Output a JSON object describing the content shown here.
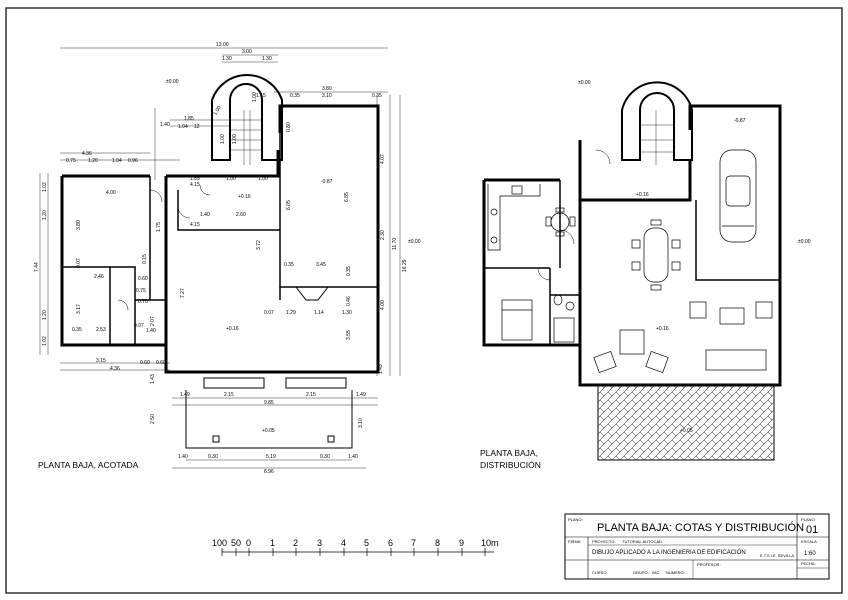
{
  "drawings": {
    "left_caption": "PLANTA BAJA, ACOTADA",
    "right_caption_line1": "PLANTA BAJA,",
    "right_caption_line2": "DISTRIBUCIÓN"
  },
  "left_plan": {
    "overall_width": "13.00",
    "top_dims": [
      "1.30",
      "3.00",
      "1.30",
      "3.80",
      "0.35",
      "0.35",
      "3.10",
      "1.15"
    ],
    "left_dims": [
      "1.40",
      "1.85",
      "1.04",
      "12",
      "0.75",
      "1.20",
      "1.04",
      "0.96",
      "4.36",
      "1.85",
      "4.00",
      "1.00",
      "1.00"
    ],
    "side_dims": [
      "1.02",
      "1.20",
      "7.44",
      "3.80",
      "0.07",
      "1.20",
      "1.02",
      "3.17",
      "2.53",
      "0.35",
      "3.15",
      "4.36"
    ],
    "interior_dims": [
      "4.15",
      "4.15",
      "2.60",
      "1.40",
      "1.75",
      "0.15",
      "0.60",
      "0.75",
      "1.40",
      "0.70",
      "2.46",
      "0.07",
      "2.07",
      "0.60",
      "0.60",
      "3.72",
      "7.27",
      "6.05",
      "0.35",
      "3.45",
      "0.35",
      "1.29",
      "1.14",
      "1.30",
      "0.07",
      "0.46",
      "3.55",
      "4.00",
      "2.30",
      "11.70",
      "16.29",
      "4.07",
      "6.85",
      "0.80"
    ],
    "bottom_dims": [
      "1.49",
      "2.15",
      "2.15",
      "1.49",
      "9.85",
      "1.40",
      "0.30",
      "5.19",
      "0.30",
      "1.40",
      "6.96",
      "2.50",
      "3.10",
      "1.43",
      "1.43"
    ],
    "levels": [
      "±0.00",
      "-0.87",
      "+0.16",
      "+0.16",
      "±0.00",
      "+0.05"
    ],
    "stair_dims": [
      "1.00",
      "1.00",
      "1.00",
      "1.00"
    ]
  },
  "right_plan": {
    "levels": [
      "±0.00",
      "-0.87",
      "+0.16",
      "+0.16",
      "±0.00",
      "+0.05"
    ]
  },
  "scale_bar": {
    "labels": [
      "100",
      "50",
      "0",
      "1",
      "2",
      "3",
      "4",
      "5",
      "6",
      "7",
      "8",
      "9",
      "10m"
    ]
  },
  "title_block": {
    "plano_label": "PLANO:",
    "title": "PLANTA BAJA: COTAS Y DISTRIBUCIÓN",
    "plano_num_label": "PLANO",
    "plano_num": "01",
    "firma_label": "FIRMA",
    "proyecto_label": "PROYECTO:",
    "proyecto": "TUTORIAL AUTOCAD",
    "escala_label": "ESCALA",
    "subject": "DIBUJO APLICADO A LA INGENIERIA DE EDIFICACIÓN",
    "school": "E.T.S.I.E. SEVILLA",
    "escala": "1:60",
    "curso_label": "CURSO:",
    "grupo_label": "GRUPO:",
    "grupo": "IMC",
    "numero_label": "NUMERO:",
    "profesor_label": "PROFESOR:",
    "fecha_label": "FECHA:"
  }
}
